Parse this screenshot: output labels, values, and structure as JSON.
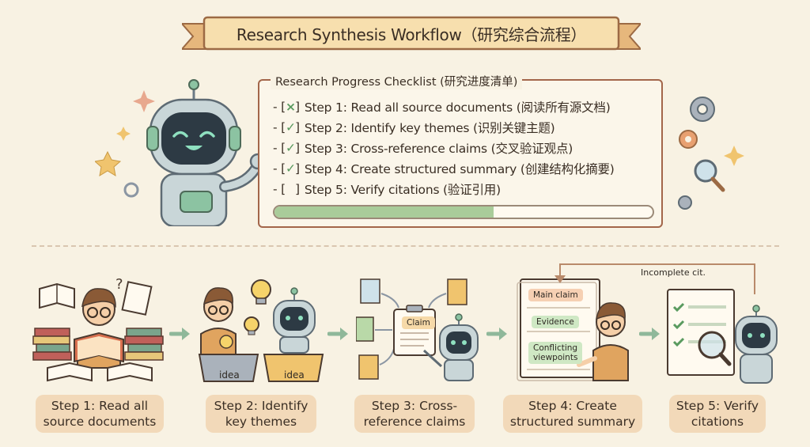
{
  "title": "Research Synthesis Workflow（研究综合流程）",
  "checklist": {
    "title": "Research Progress Checklist (研究进度清单)",
    "items": [
      {
        "bullet": "- [",
        "mark": "×",
        "close": "]",
        "text": "Step 1: Read all source documents (阅读所有源文档)"
      },
      {
        "bullet": "- [",
        "mark": "✓",
        "close": "]",
        "text": "Step 2: Identify key themes (识别关键主题)"
      },
      {
        "bullet": "- [",
        "mark": "✓",
        "close": "]",
        "text": "Step 3: Cross-reference claims (交叉验证观点)"
      },
      {
        "bullet": "- [",
        "mark": "✓",
        "close": "]",
        "text": "Step 4: Create structured summary (创建结构化摘要)"
      },
      {
        "bullet": "- [",
        "mark": "",
        "close": "]",
        "text": "Step 5: Verify citations (验证引用)"
      }
    ],
    "progress_fraction": 0.58
  },
  "steps": [
    {
      "line1": "Step 1: Read all",
      "line2": "source documents"
    },
    {
      "line1": "Step 2: Identify",
      "line2": "key themes"
    },
    {
      "line1": "Step 3: Cross-",
      "line2": "reference claims"
    },
    {
      "line1": "Step 4: Create",
      "line2": "structured summary"
    },
    {
      "line1": "Step 5: Verify",
      "line2": "citations"
    }
  ],
  "scene": {
    "question_mark": "?",
    "idea_left": "idea",
    "idea_right": "idea",
    "claim": "Claim",
    "main_claim": "Main claim",
    "evidence": "Evidence",
    "conflicting_1": "Conflicting",
    "conflicting_2": "viewpoints",
    "incomplete": "Incomplete cit."
  },
  "colors": {
    "background": "#f8f2e3",
    "panel_border": "#a3664a",
    "progress_fill": "#a9cc9a",
    "step_label_bg": "#f2d9b9",
    "robot_body": "#c9d6d8",
    "robot_screen": "#2d3a44",
    "robot_accent": "#8cc3a2",
    "arrow": "#8fb89a"
  }
}
